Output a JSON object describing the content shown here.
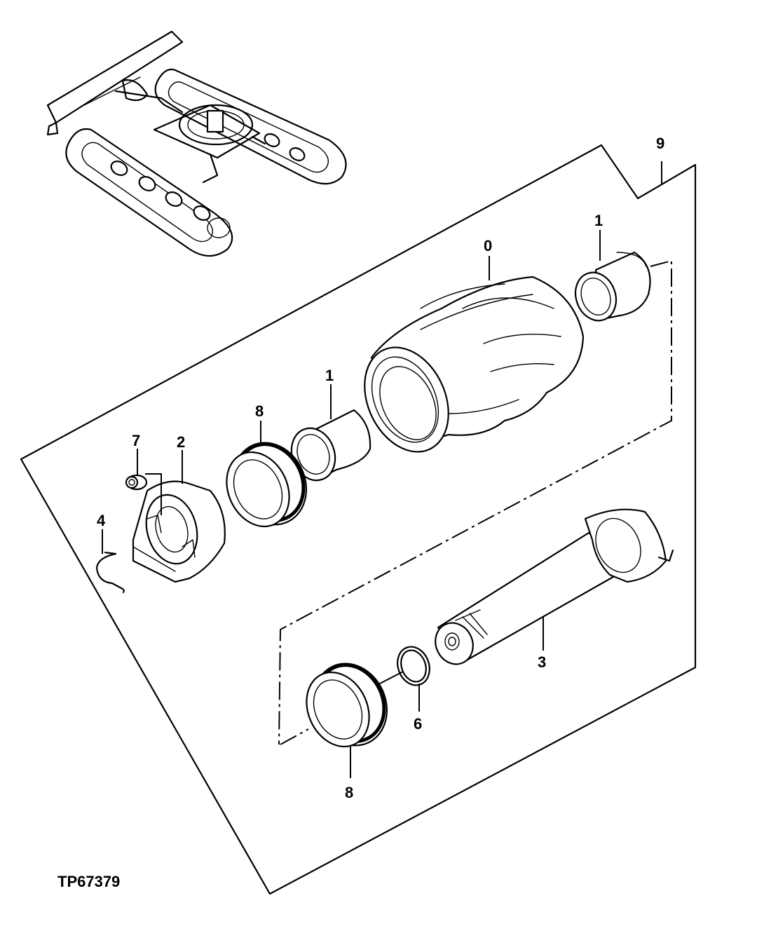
{
  "figure_id": "TP67379",
  "callouts": {
    "assembly": "9",
    "roller": "0",
    "bushing_right": "1",
    "bushing_left": "1",
    "seal_left": "8",
    "seal_bottom": "8",
    "plug": "7",
    "collar": "2",
    "snap_ring": "4",
    "shaft": "3",
    "o_ring": "6"
  }
}
